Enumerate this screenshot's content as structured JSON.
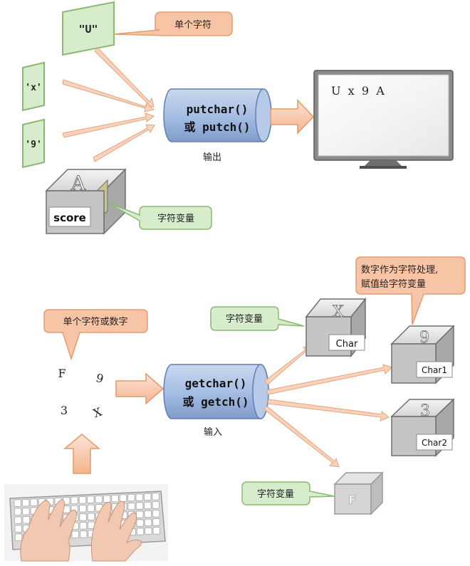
{
  "output": {
    "chars": [
      "\"U\"",
      "'x'",
      "'9'"
    ],
    "callout_single_char": "单个字符",
    "func_line1": "putchar()",
    "func_line2": "或 putch()",
    "func_caption": "输出",
    "screen_text": "U  x  9  A",
    "box_letter": "A",
    "box_label": "score",
    "callout_char_var": "字符变量"
  },
  "input": {
    "callout_single_or_digit": "单个字符或数字",
    "scattered": [
      "F",
      "9",
      "3",
      "X"
    ],
    "func_line1": "getchar()",
    "func_line2": "或 getch()",
    "func_caption": "输入",
    "callout_digit_line1": "数字作为字符处理,",
    "callout_digit_line2": "赋值给字符变量",
    "callout_char_var_top": "字符变量",
    "callout_char_var_bottom": "字符变量",
    "boxes": [
      {
        "letter": "X",
        "label": "Char"
      },
      {
        "letter": "9",
        "label": "Char1"
      },
      {
        "letter": "3",
        "label": "Char2"
      },
      {
        "letter": "F",
        "label": ""
      }
    ]
  }
}
